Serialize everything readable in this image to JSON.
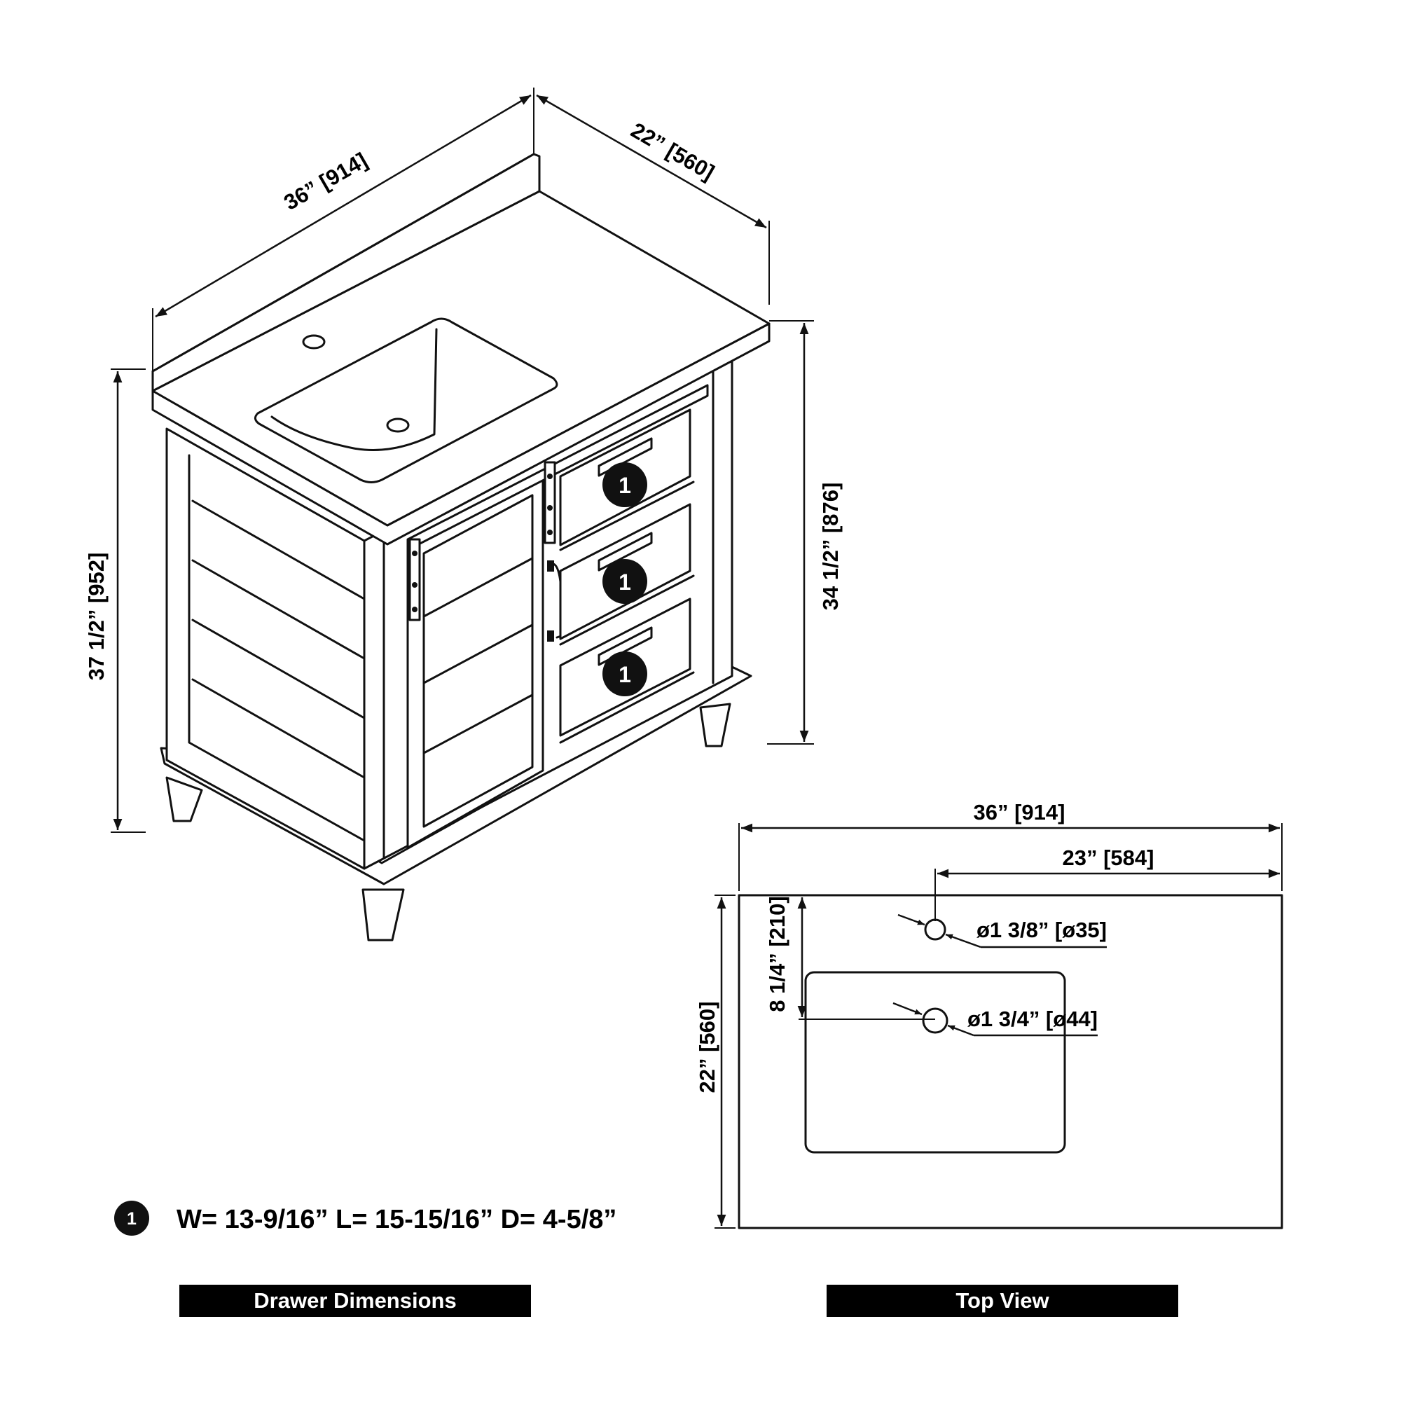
{
  "perspective": {
    "width_label": "36” [914]",
    "depth_label": "22” [560]",
    "overall_height_label": "37 1/2” [952]",
    "counter_height_label": "34 1/2” [876]",
    "drawer_marker": "1"
  },
  "top_view": {
    "width_label": "36” [914]",
    "faucet_offset_label": "23” [584]",
    "depth_label": "22” [560]",
    "sink_offset_label": "8 1/4” [210]",
    "faucet_hole_label": "ø1 3/8” [ø35]",
    "drain_hole_label": "ø1 3/4” [ø44]"
  },
  "drawer_note": {
    "marker": "1",
    "text": "W= 13-9/16” L= 15-15/16” D= 4-5/8”"
  },
  "sections": {
    "drawer": "Drawer Dimensions",
    "top": "Top View"
  }
}
